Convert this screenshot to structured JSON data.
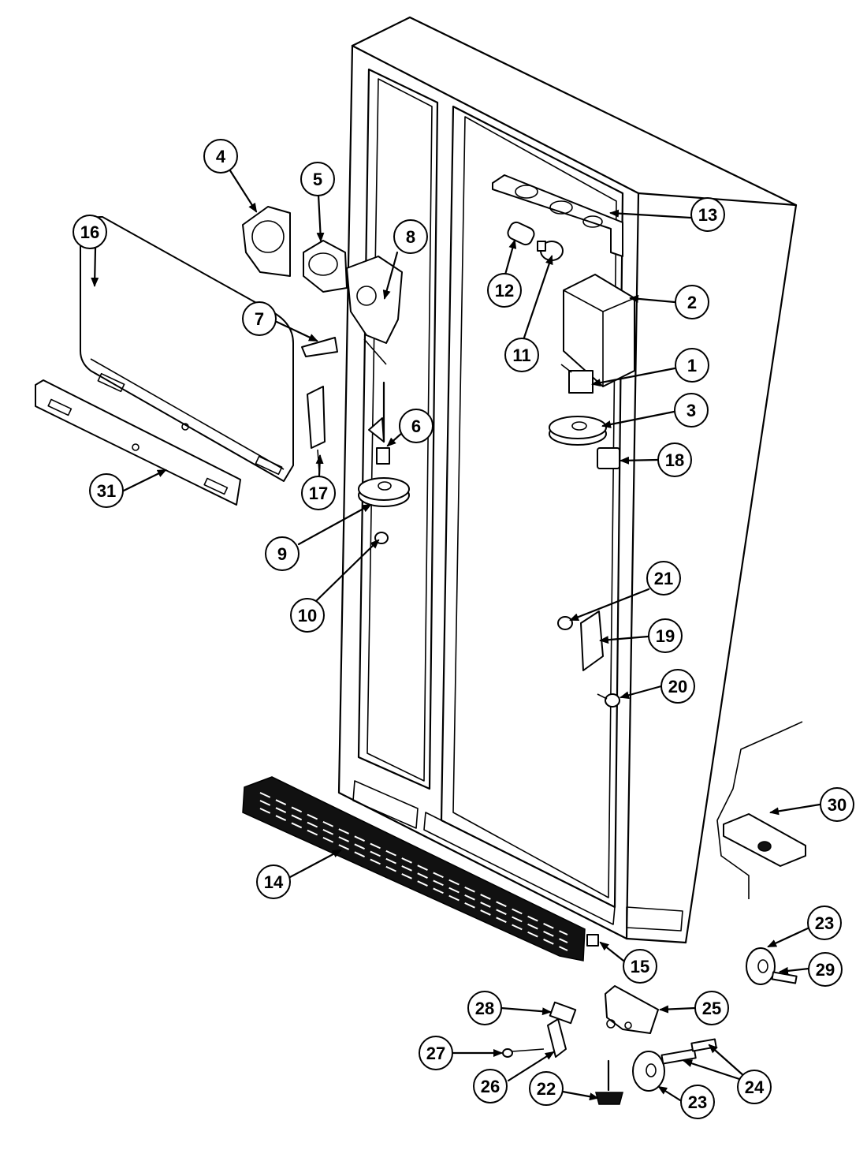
{
  "callouts": [
    {
      "label": "1"
    },
    {
      "label": "2"
    },
    {
      "label": "3"
    },
    {
      "label": "4"
    },
    {
      "label": "5"
    },
    {
      "label": "6"
    },
    {
      "label": "7"
    },
    {
      "label": "8"
    },
    {
      "label": "9"
    },
    {
      "label": "10"
    },
    {
      "label": "11"
    },
    {
      "label": "12"
    },
    {
      "label": "13"
    },
    {
      "label": "14"
    },
    {
      "label": "15"
    },
    {
      "label": "16"
    },
    {
      "label": "17"
    },
    {
      "label": "18"
    },
    {
      "label": "19"
    },
    {
      "label": "20"
    },
    {
      "label": "21"
    },
    {
      "label": "22"
    },
    {
      "label": "23"
    },
    {
      "label": "23"
    },
    {
      "label": "24"
    },
    {
      "label": "25"
    },
    {
      "label": "26"
    },
    {
      "label": "27"
    },
    {
      "label": "28"
    },
    {
      "label": "29"
    },
    {
      "label": "30"
    },
    {
      "label": "31"
    }
  ]
}
